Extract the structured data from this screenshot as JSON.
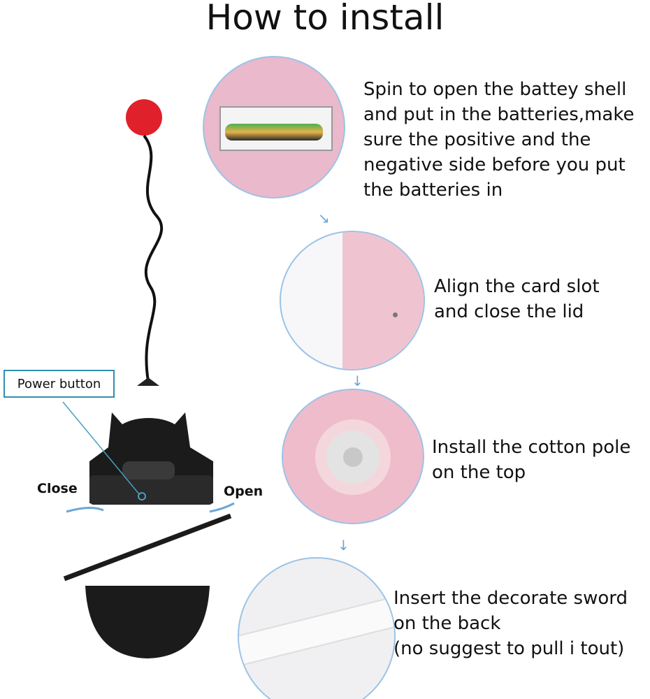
{
  "title": "How to install",
  "steps": [
    {
      "lines": [
        "Spin to open the battey shell",
        "and put in the batteries,make",
        "sure the positive and the",
        "negative side before you put",
        "the batteries in"
      ]
    },
    {
      "lines": [
        "Align the card slot",
        "and close the lid"
      ]
    },
    {
      "lines": [
        "Install the cotton pole",
        "on the top"
      ]
    },
    {
      "lines": [
        "Insert the decorate sword",
        "on the back",
        "(no suggest to pull i tout)"
      ]
    }
  ],
  "labels": {
    "power_button": "Power button",
    "close": "Close",
    "open": "Open"
  },
  "colors": {
    "accent": "#6aa6d8",
    "pink": "#e9b9c8",
    "ball": "#e0202a"
  }
}
